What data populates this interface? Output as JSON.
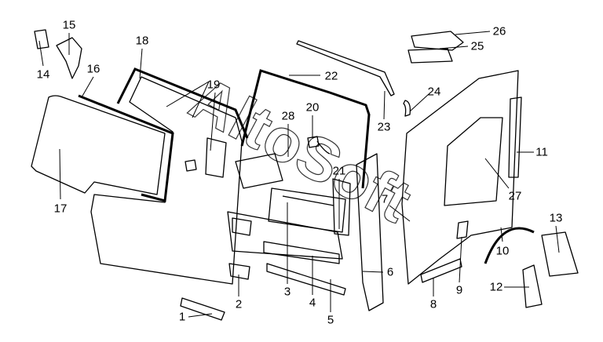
{
  "diagram": {
    "watermark": "AltoSoft",
    "callouts": [
      {
        "id": "1",
        "label": "1"
      },
      {
        "id": "2",
        "label": "2"
      },
      {
        "id": "3",
        "label": "3"
      },
      {
        "id": "4",
        "label": "4"
      },
      {
        "id": "5",
        "label": "5"
      },
      {
        "id": "6",
        "label": "6"
      },
      {
        "id": "7",
        "label": "7"
      },
      {
        "id": "8",
        "label": "8"
      },
      {
        "id": "9",
        "label": "9"
      },
      {
        "id": "10",
        "label": "10"
      },
      {
        "id": "11",
        "label": "11"
      },
      {
        "id": "12",
        "label": "12"
      },
      {
        "id": "13",
        "label": "13"
      },
      {
        "id": "14",
        "label": "14"
      },
      {
        "id": "15",
        "label": "15"
      },
      {
        "id": "16",
        "label": "16"
      },
      {
        "id": "17",
        "label": "17"
      },
      {
        "id": "18",
        "label": "18"
      },
      {
        "id": "19",
        "label": "19"
      },
      {
        "id": "20",
        "label": "20"
      },
      {
        "id": "21",
        "label": "21"
      },
      {
        "id": "22",
        "label": "22"
      },
      {
        "id": "23",
        "label": "23"
      },
      {
        "id": "24",
        "label": "24"
      },
      {
        "id": "25",
        "label": "25"
      },
      {
        "id": "26",
        "label": "26"
      },
      {
        "id": "27",
        "label": "27"
      },
      {
        "id": "28",
        "label": "28"
      }
    ]
  }
}
